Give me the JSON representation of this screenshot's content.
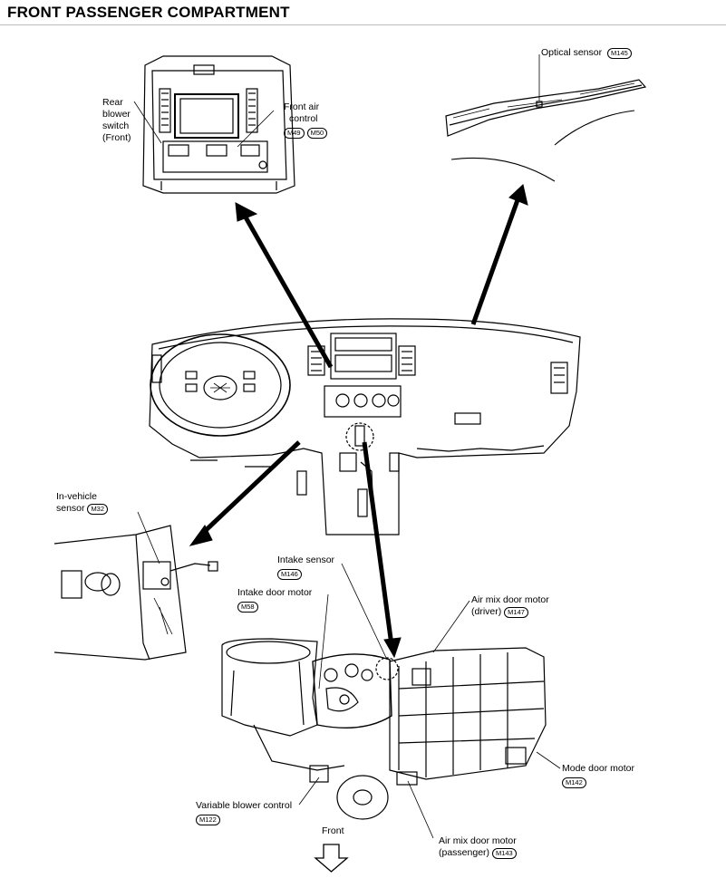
{
  "title": "FRONT PASSENGER COMPARTMENT",
  "direction_label": "Front",
  "components": {
    "rear_blower_switch": {
      "lines": [
        "Rear",
        "blower",
        "switch",
        "(Front)"
      ]
    },
    "front_air_control": {
      "lines": [
        "Front air",
        "control"
      ],
      "connectors": [
        "M49",
        "M50"
      ]
    },
    "optical_sensor": {
      "label": "Optical sensor",
      "connectors": [
        "M145"
      ]
    },
    "in_vehicle_sensor": {
      "lines": [
        "In-vehicle",
        "sensor"
      ],
      "connectors": [
        "M32"
      ]
    },
    "intake_sensor": {
      "label": "Intake sensor",
      "connectors": [
        "M146"
      ]
    },
    "intake_door_motor": {
      "label": "Intake door motor",
      "connectors": [
        "M58"
      ]
    },
    "air_mix_door_motor_driver": {
      "lines": [
        "Air mix door motor",
        "(driver)"
      ],
      "connectors": [
        "M147"
      ]
    },
    "mode_door_motor": {
      "label": "Mode door motor",
      "connectors": [
        "M142"
      ]
    },
    "variable_blower_control": {
      "label": "Variable blower control",
      "connectors": [
        "M122"
      ]
    },
    "air_mix_door_motor_passenger": {
      "lines": [
        "Air mix door motor",
        "(passenger)"
      ],
      "connectors": [
        "M143"
      ]
    }
  }
}
